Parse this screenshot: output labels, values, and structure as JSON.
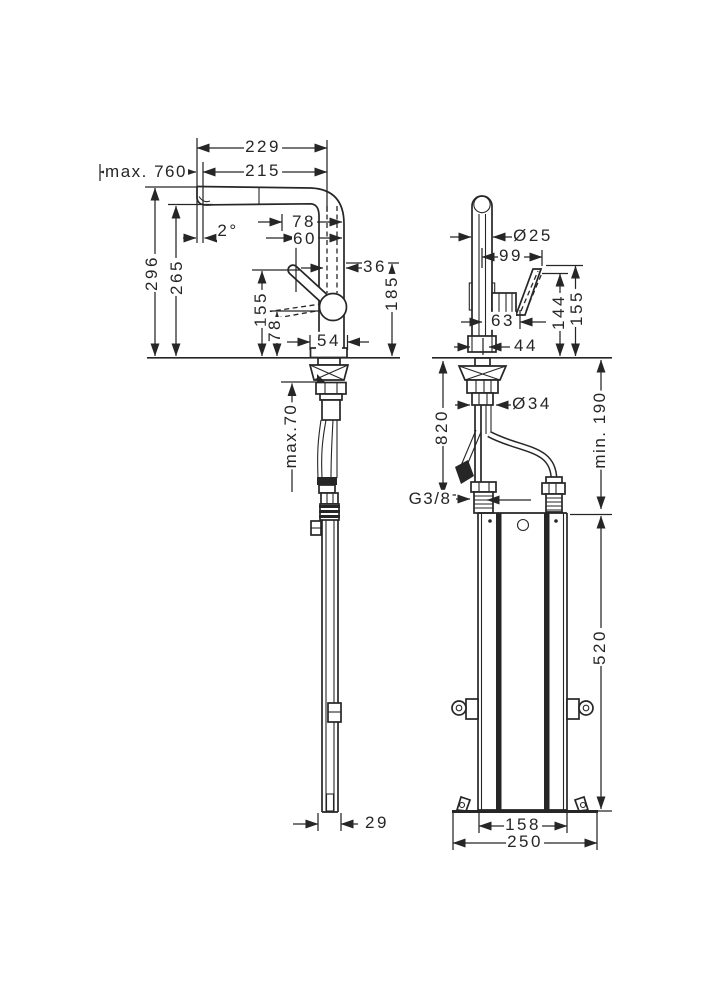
{
  "drawing": {
    "type": "faucet installation dimension drawing, two orthographic views",
    "colors": {
      "background": "#ffffff",
      "line": "#262626"
    },
    "left_view": {
      "spout_reach_total": "229",
      "spout_reach": "215",
      "max_hose_extension": "max. 760",
      "spout_angle": "2°",
      "height_to_spout_top": "296",
      "height_to_spout_outlet": "265",
      "offset_78": "78",
      "offset_60": "60",
      "handle_offset": "36",
      "handle_height": "155",
      "handle_pivot_height": "78",
      "body_height": "185",
      "base_width": "54",
      "max_counter_thickness": "max.70",
      "hose_guide_width": "29"
    },
    "right_view": {
      "body_diameter": "Ø25",
      "handle_reach": "99",
      "handle_top_height": "144",
      "handle_max_height": "155",
      "handle_block_offset": "63",
      "base_width": "44",
      "shank_diameter": "Ø34",
      "hose_length": "820",
      "min_clearance": "min. 190",
      "connection_thread": "G3/8",
      "box_height": "520",
      "box_rail_spacing": "158",
      "box_base_width": "250"
    }
  }
}
